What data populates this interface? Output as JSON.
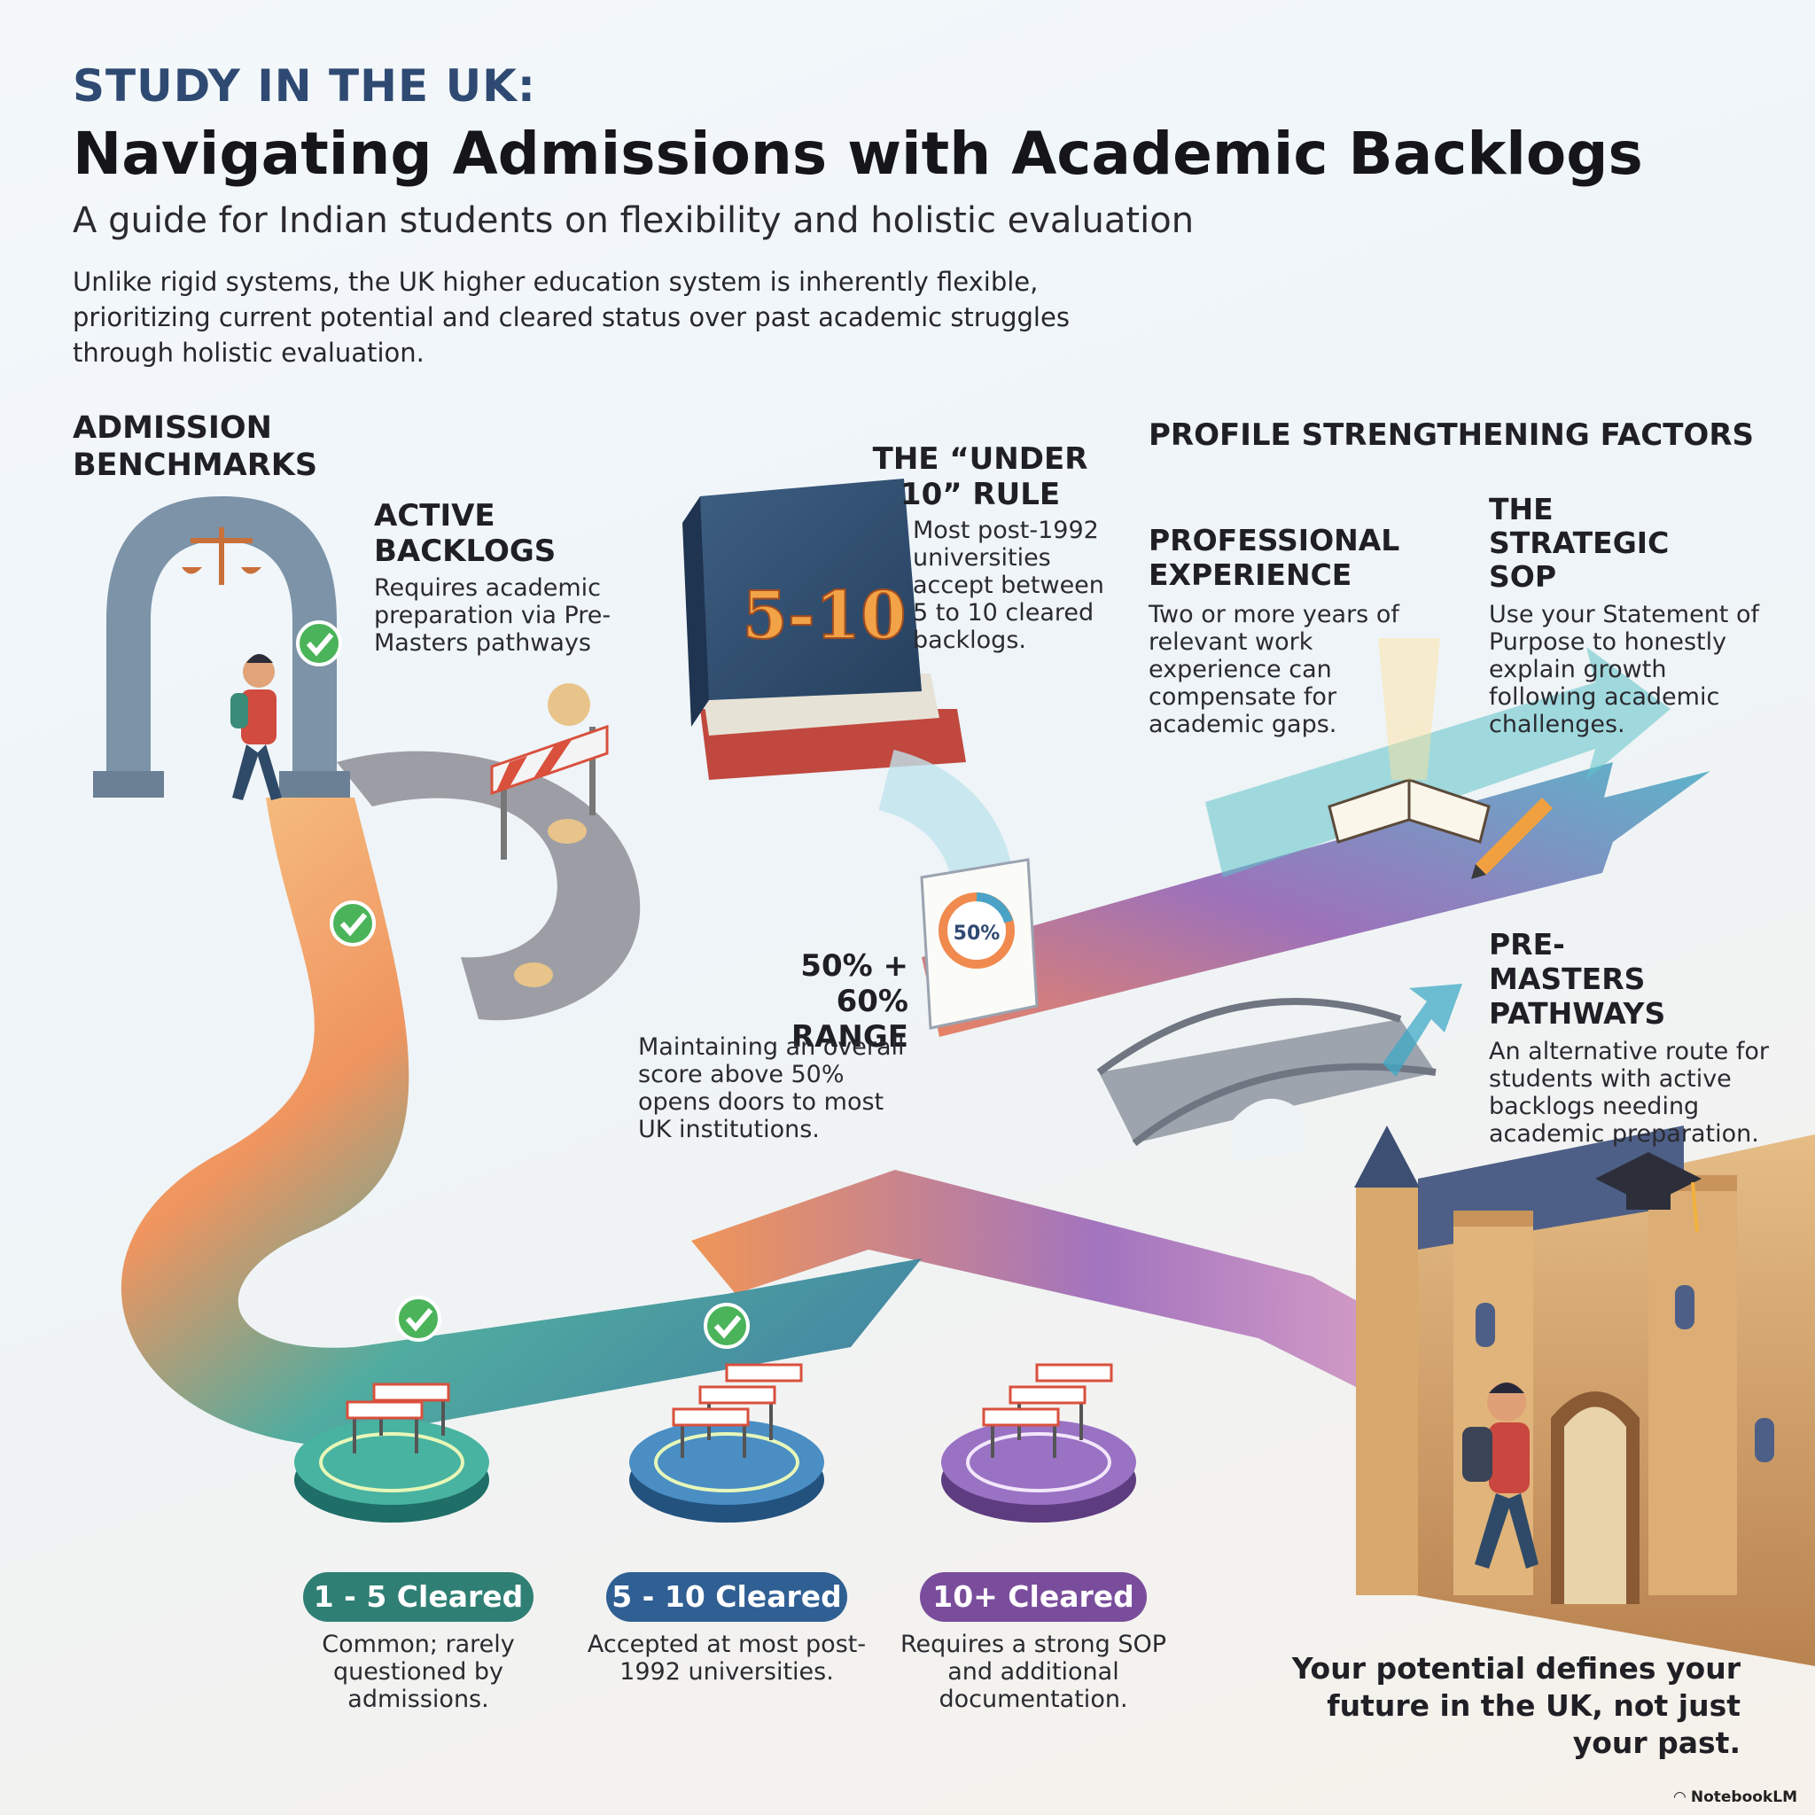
{
  "header": {
    "kicker": "STUDY IN THE UK:",
    "title": "Navigating Admissions with Academic Backlogs",
    "subtitle": "A guide for Indian students on flexibility and holistic evaluation",
    "intro": "Unlike rigid systems, the UK higher education system is inherently flexible, prioritizing current potential and cleared status over past academic struggles through holistic evaluation."
  },
  "benchmarks": {
    "section_title": "ADMISSION BENCHMARKS",
    "active_backlogs": {
      "title": "ACTIVE BACKLOGS",
      "text": "Requires academic preparation via Pre-Masters pathways"
    },
    "under10": {
      "title": "THE “UNDER 10” RULE",
      "text": "Most post-1992 universities accept between 5 to 10 cleared backlogs.",
      "book_label": "5-10"
    },
    "range": {
      "title": "50% + 60% RANGE",
      "text": "Maintaining an overall score above 50% opens doors to most UK institutions.",
      "scroll_label": "50%"
    }
  },
  "factors": {
    "section_title": "PROFILE STRENGTHENING FACTORS",
    "professional": {
      "title": "PROFESSIONAL EXPERIENCE",
      "text": "Two or more years of relevant work experience can compensate for academic gaps."
    },
    "sop": {
      "title": "THE STRATEGIC SOP",
      "text": "Use your Statement of Purpose to honestly explain growth following academic challenges."
    },
    "premasters": {
      "title": "PRE-MASTERS PATHWAYS",
      "text": "An alternative route for students with active backlogs needing academic preparation."
    }
  },
  "tiers": [
    {
      "label": "1 - 5 Cleared",
      "text": "Common; rarely questioned by admissions.",
      "color": "#2f7f74"
    },
    {
      "label": "5 - 10 Cleared",
      "text": "Accepted at most post-1992 universities.",
      "color": "#2f5f93"
    },
    {
      "label": "10+ Cleared",
      "text": "Requires a strong SOP and additional documentation.",
      "color": "#7a4d9c"
    }
  ],
  "closing": "Your potential defines your future in the UK, not just your past.",
  "brand": "NotebookLM",
  "colors": {
    "navy": "#2f4a72",
    "teal": "#2f7f74",
    "blue": "#2f5f93",
    "purple": "#7a4d9c",
    "orange": "#f29a4a"
  }
}
